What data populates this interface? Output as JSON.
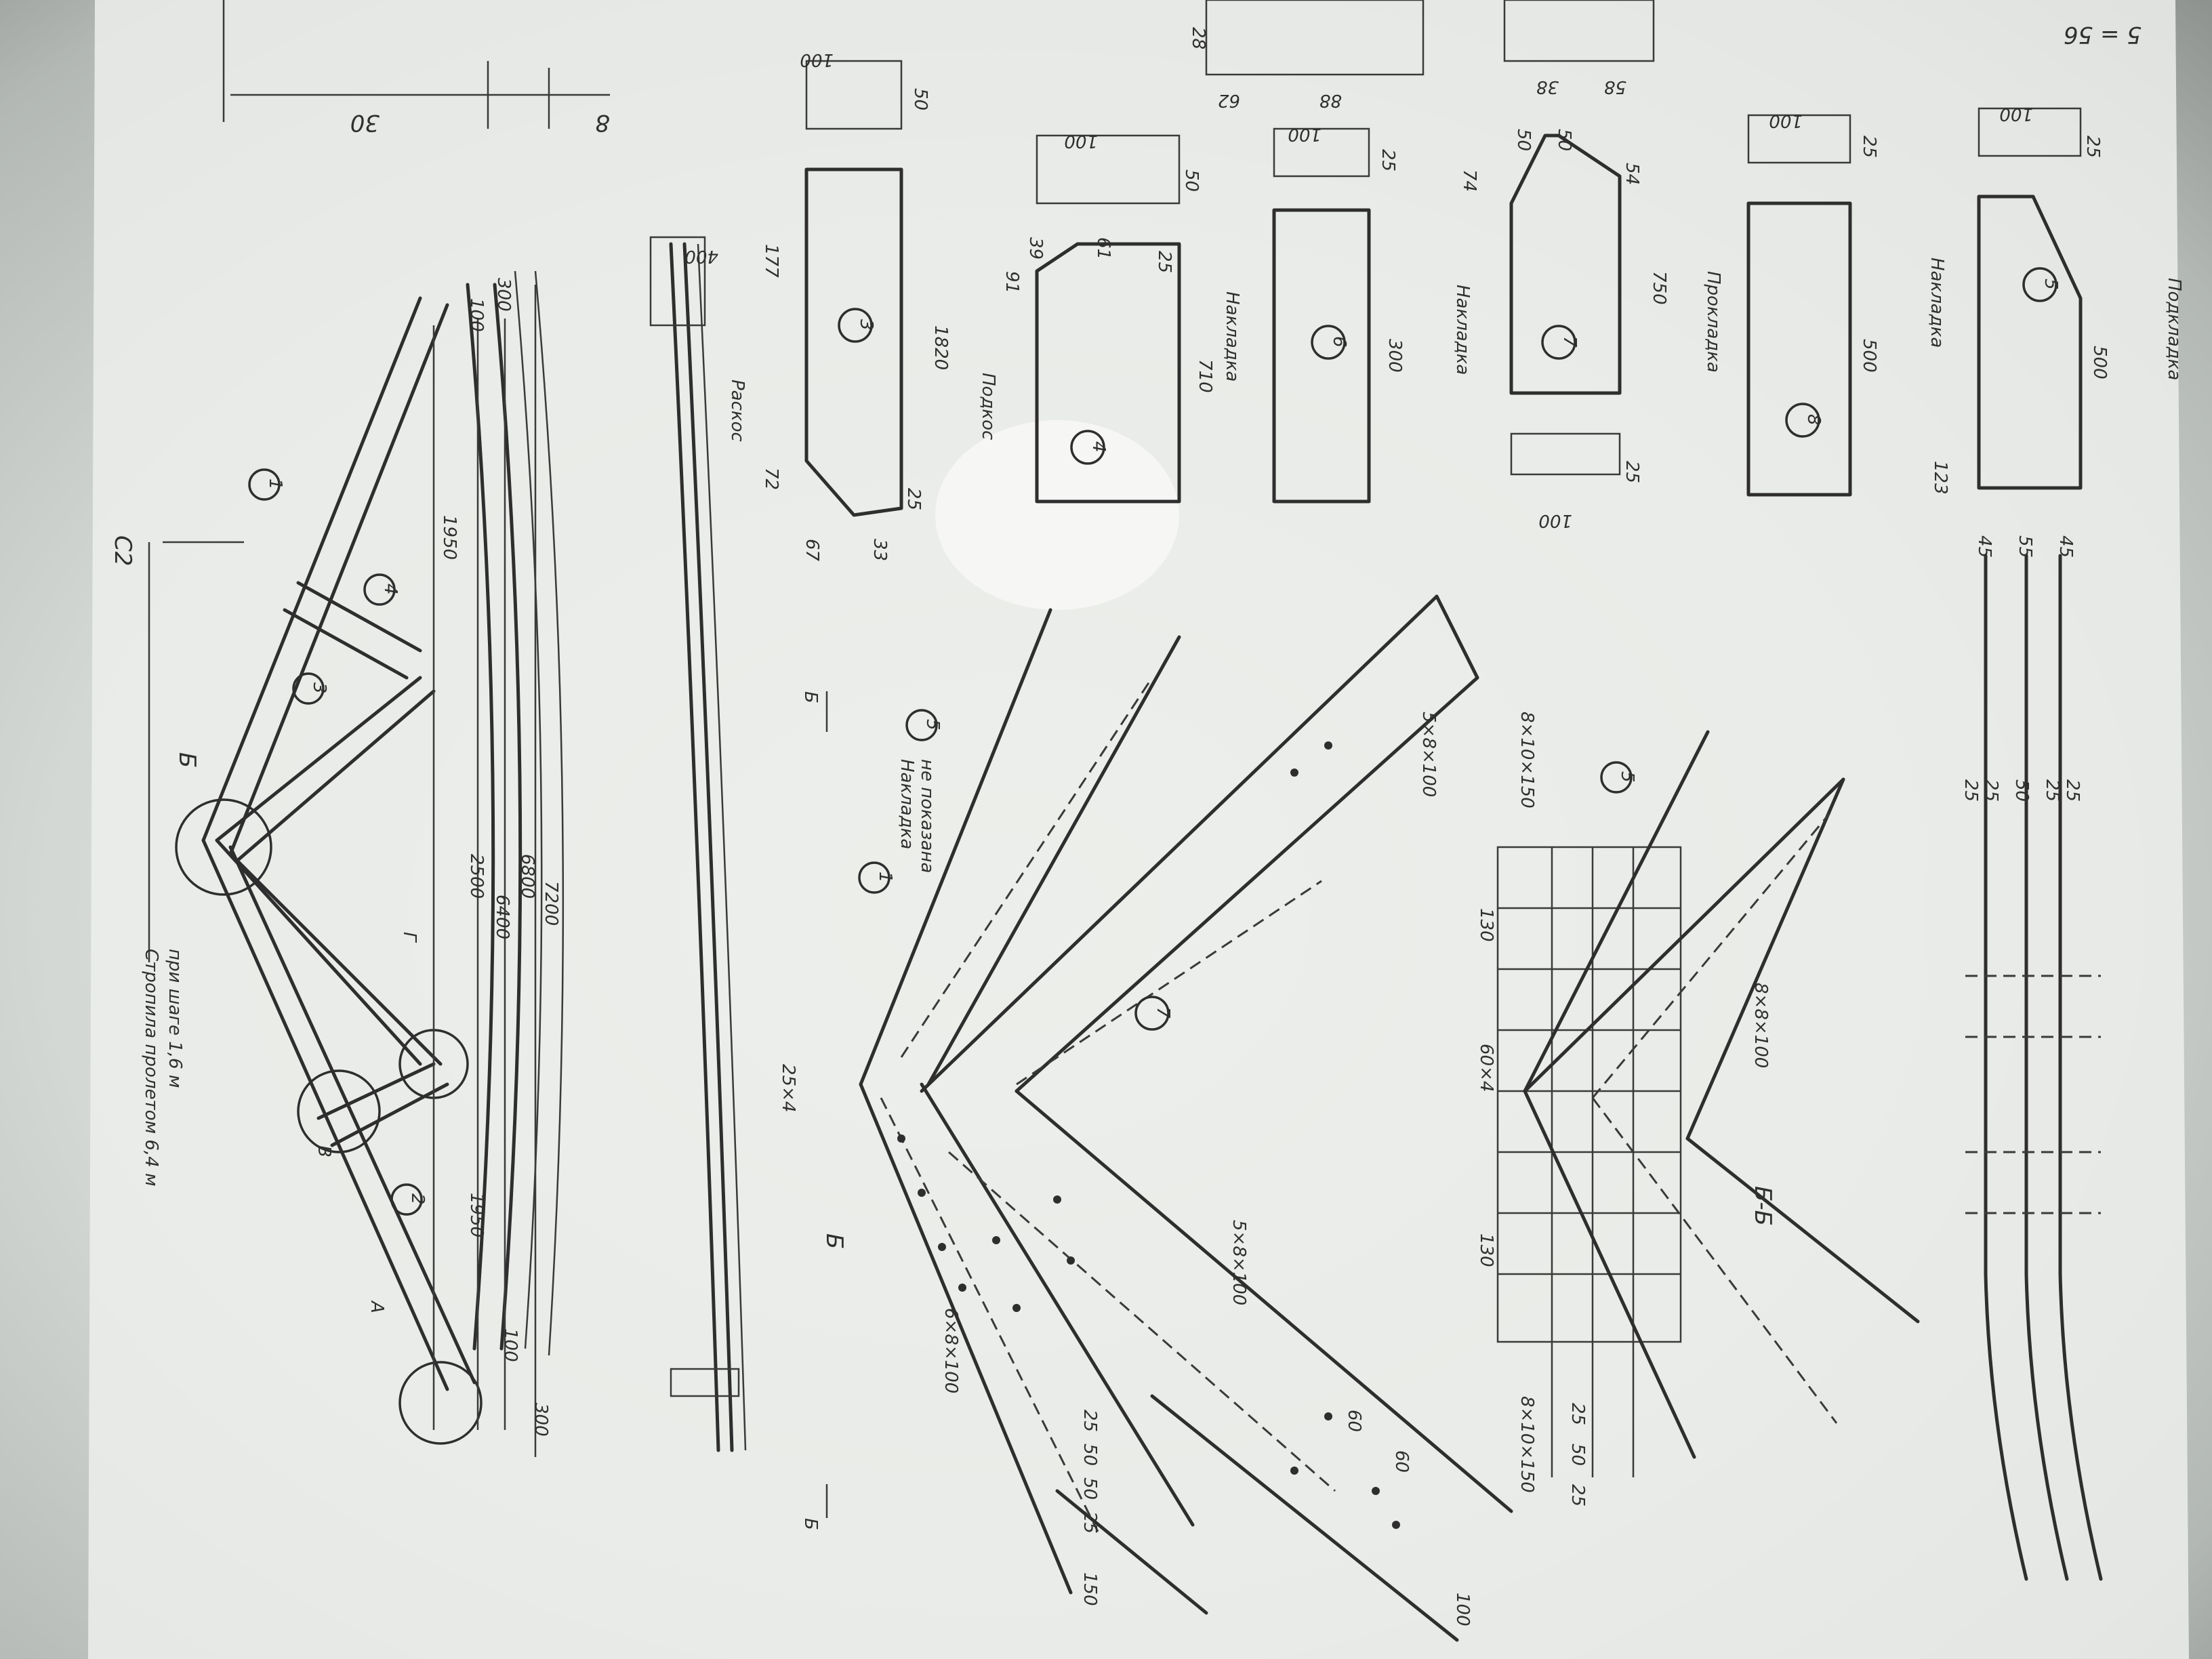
{
  "drawing": {
    "sheet_mark": "С2",
    "title_line1": "Стропила пролетом 6,4 м",
    "title_line2": "при шаге 1,6 м",
    "top_right_note": "5 = 56",
    "section_mark_B": "Б",
    "section_mark_V": "В",
    "section_mark_G": "Г",
    "section_mark_A": "А",
    "section_title": "Б-Б"
  },
  "dimensions": {
    "top_30": "30",
    "top_8": "8",
    "d100_top": "100",
    "d300_top": "300",
    "d1950_right": "1950",
    "d2500": "2500",
    "d6400": "6400",
    "d6800": "6800",
    "d7200": "7200",
    "d1950_left": "1950",
    "d100_bottom": "100",
    "d300_bottom": "300",
    "d400": "400",
    "d150": "150",
    "d50a": "50",
    "d50b": "50",
    "d25a": "25",
    "d25b": "25",
    "d60a": "60",
    "d60b": "60",
    "d100_brace": "100",
    "d25x4": "25×4",
    "d60x4": "60×4",
    "d130a": "130",
    "d130b": "130",
    "d25_bb_a": "25",
    "d50_bb": "50",
    "d25_bb_b": "25"
  },
  "nail_notes": {
    "n1": "6×8×100",
    "n2": "5×8×100",
    "n3": "5×8×100",
    "n4": "8×10×150",
    "n5": "8×10×150",
    "n6": "8×8×100"
  },
  "callouts": {
    "c1": "1",
    "c2": "2",
    "c3": "3",
    "c4": "4",
    "c5": "5",
    "c7": "7",
    "nakladka_note_1": "Накладка",
    "nakladka_note_2": "не показана"
  },
  "parts": [
    {
      "id": "3",
      "name": "Раскос",
      "len": "1820",
      "a": "72",
      "b": "177",
      "c": "67",
      "d": "33",
      "e": "25",
      "section_w": "100",
      "section_h": "50"
    },
    {
      "id": "4",
      "name": "Подкос",
      "len": "710",
      "a": "91",
      "b": "39",
      "c": "61",
      "d": "25",
      "section_w": "100",
      "section_h": "50"
    },
    {
      "id": "6",
      "name": "Накладка",
      "len": "300",
      "section_w": "100",
      "section_h": "25"
    },
    {
      "id": "7",
      "name": "Накладка",
      "len": "750",
      "a": "74",
      "b": "50",
      "c": "50",
      "d": "54",
      "section_w": "100",
      "section_h": "25"
    },
    {
      "id": "8",
      "name": "Прокладка",
      "len": "500",
      "section_w": "100",
      "section_h": "25"
    },
    {
      "id": "5",
      "name": "Накладка",
      "len": "500",
      "a": "123",
      "b": "45",
      "c": "55",
      "d": "45",
      "section_w": "100",
      "section_h": "25"
    },
    {
      "id": "",
      "name": "Подкладка"
    }
  ],
  "top_frag": {
    "d28": "28",
    "d62": "62",
    "d88": "88",
    "d38": "38",
    "d58": "58"
  },
  "bb_dims": {
    "a": "25",
    "b": "25",
    "c": "50",
    "d": "25",
    "e": "25"
  }
}
